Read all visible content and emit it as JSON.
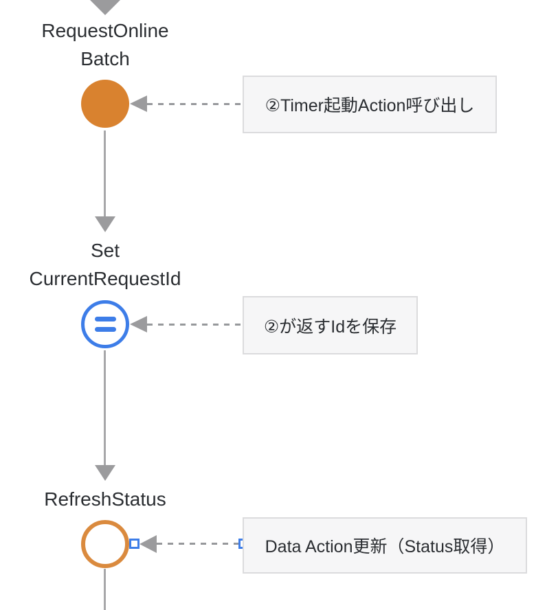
{
  "canvas": {
    "name": "logic-flow-editor"
  },
  "colors": {
    "node_orange_fill": "#D9822F",
    "node_orange_ring": "#DA8A3E",
    "assign_blue": "#3D7DE8",
    "connector_gray": "#9B9B9D",
    "dash_gray": "#96989B",
    "comment_bg": "#F6F6F7",
    "comment_border": "#DBDBDD",
    "selection_blue": "#3D7DE8",
    "text": "#2A2D31"
  },
  "nodes": [
    {
      "id": "request-online-batch",
      "label1": "RequestOnline",
      "label2": "Batch",
      "icon": "execute-action-icon"
    },
    {
      "id": "set-current-request-id",
      "label1": "Set",
      "label2": "CurrentRequestId",
      "icon": "assign-icon"
    },
    {
      "id": "refresh-status",
      "label1": "RefreshStatus",
      "icon": "refresh-data-icon"
    }
  ],
  "comments": [
    {
      "id": "comment-timer",
      "text": "②Timer起動Action呼び出し",
      "selected": false
    },
    {
      "id": "comment-save-id",
      "text": "②が返すIdを保存",
      "selected": false
    },
    {
      "id": "comment-data-action",
      "text": "Data Action更新（Status取得）",
      "selected": true
    }
  ]
}
